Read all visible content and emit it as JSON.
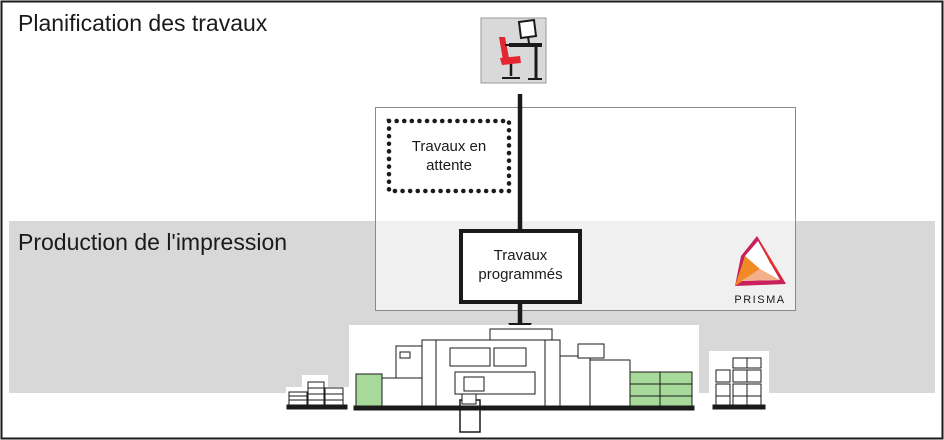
{
  "zones": {
    "planning": {
      "label": "Planification des travaux"
    },
    "production": {
      "label": "Production de l'impression"
    }
  },
  "queues": {
    "waiting": {
      "line1": "Travaux en",
      "line2": "attente"
    },
    "scheduled": {
      "line1": "Travaux",
      "line2": "programmés"
    }
  },
  "brand": {
    "name": "PRISMA"
  },
  "icons": {
    "operator": "workstation-icon",
    "printer": "production-printer-icon",
    "input_stack": "paper-stack-icon",
    "output_stack": "printed-boxes-icon"
  },
  "colors": {
    "production_band": "#d8d8d8",
    "operator_tile": "#d9d9d9",
    "chair_red": "#e3262f",
    "finisher_green": "#a7d99a",
    "prisma_red": "#e4322b",
    "prisma_orange": "#f08a24",
    "prisma_magenta": "#c8205d"
  }
}
